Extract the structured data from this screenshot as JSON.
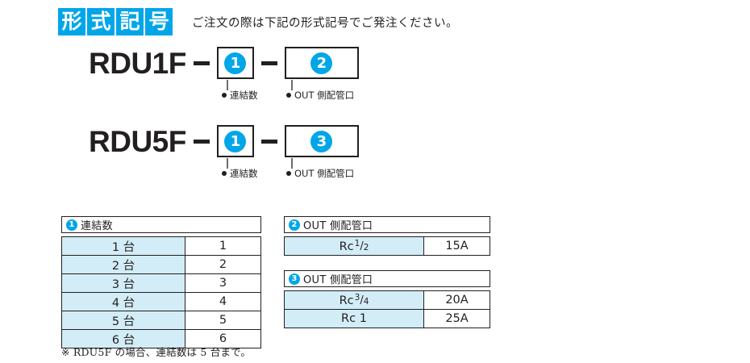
{
  "header": {
    "title_chars": [
      "形",
      "式",
      "記",
      "号"
    ],
    "note": "ご注文の際は下記の形式記号でご発注ください。",
    "accent_color": "#00a6e8"
  },
  "model_rows": [
    {
      "name": "RDU1F",
      "dash": "–",
      "slots": [
        {
          "badge": "❶",
          "badge_number": "1",
          "width": "narrow",
          "callout": "連結数"
        },
        {
          "badge": "❷",
          "badge_number": "2",
          "width": "wide",
          "callout": "OUT 側配管口"
        }
      ]
    },
    {
      "name": "RDU5F",
      "dash": "–",
      "slots": [
        {
          "badge": "❶",
          "badge_number": "1",
          "width": "narrow",
          "callout": "連結数"
        },
        {
          "badge": "❸",
          "badge_number": "3",
          "width": "wide",
          "callout": "OUT 側配管口"
        }
      ]
    }
  ],
  "tables": [
    {
      "id": "1",
      "badge_number": "1",
      "title": "連結数",
      "rows": [
        {
          "label": "1 台",
          "value": "1"
        },
        {
          "label": "2 台",
          "value": "2"
        },
        {
          "label": "3 台",
          "value": "3"
        },
        {
          "label": "4 台",
          "value": "4"
        },
        {
          "label": "5 台",
          "value": "5"
        },
        {
          "label": "6 台",
          "value": "6"
        }
      ]
    },
    {
      "id": "2",
      "badge_number": "2",
      "title": "OUT 側配管口",
      "rows": [
        {
          "label": "Rc ½",
          "label_base": "Rc",
          "num": "1",
          "den": "2",
          "value": "15A"
        }
      ]
    },
    {
      "id": "3",
      "badge_number": "3",
      "title": "OUT 側配管口",
      "rows": [
        {
          "label": "Rc ¾",
          "label_base": "Rc",
          "num": "3",
          "den": "4",
          "value": "20A"
        },
        {
          "label": "Rc 1",
          "label_base": "Rc 1",
          "num": "",
          "den": "",
          "value": "25A"
        }
      ]
    }
  ],
  "footnote": "※ RDU5F の場合、連結数は 5 台まで。",
  "colors": {
    "accent_blue": "#00a6e8",
    "cell_fill": "#d2edf7",
    "ink": "#231f20"
  }
}
